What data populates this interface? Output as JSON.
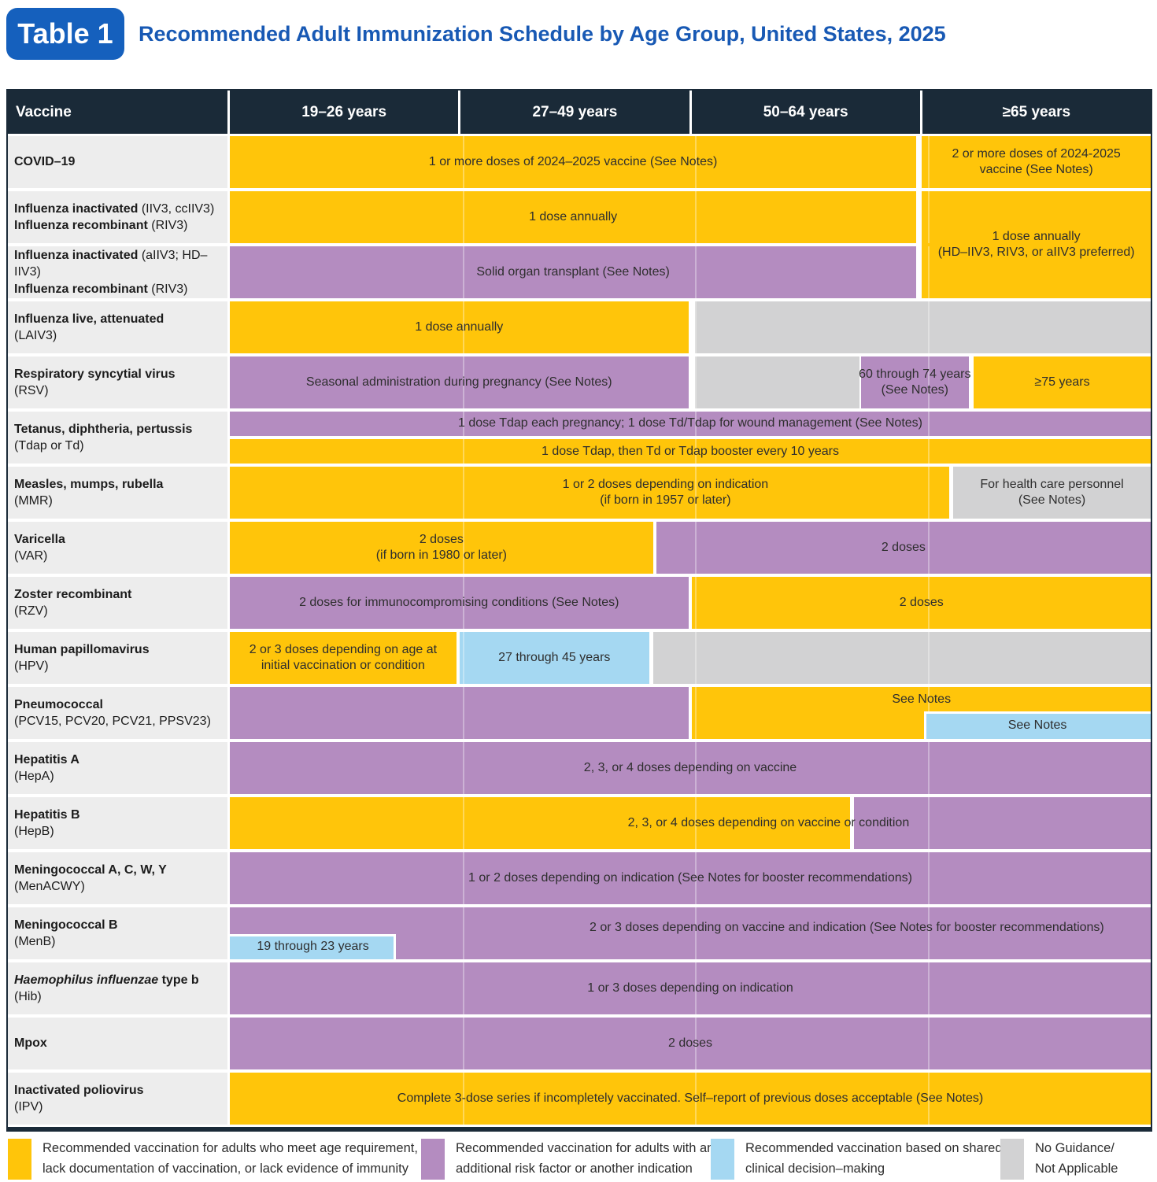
{
  "title": {
    "badge": "Table 1",
    "text": "Recommended Adult Immunization Schedule by Age Group, United States, 2025"
  },
  "colors": {
    "yellow": "#FFC50A",
    "purple": "#B48CC0",
    "blue": "#A5D8F2",
    "gray": "#D2D2D3",
    "header_bg": "#1A2A38",
    "label_bg": "#EDEDED",
    "title_blue": "#1859B4",
    "badge_bg": "#1560BD"
  },
  "header": {
    "vaccine_col": "Vaccine",
    "age_groups": [
      "19–26 years",
      "27–49 years",
      "50–64 years",
      "≥65 years"
    ]
  },
  "rows": [
    {
      "id": "covid-19",
      "label": [
        [
          [
            "COVID–19",
            1,
            0
          ]
        ]
      ],
      "bars": [
        {
          "c": "yellow",
          "x0": 0,
          "x1": 0.7455,
          "lines": [
            "1 or more doses of 2024–2025 vaccine (See Notes)"
          ]
        },
        {
          "c": "yellow",
          "x0": 0.7515,
          "x1": 1,
          "lines": [
            "2 or more doses of 2024-2025",
            "vaccine (See Notes)"
          ]
        }
      ]
    },
    {
      "id": "influenza-inactivated-iiv3",
      "label": [
        [
          [
            "Influenza inactivated ",
            1,
            0
          ],
          [
            "(IIV3, ccIIV3)",
            0,
            0
          ]
        ],
        [
          [
            "Influenza recombinant ",
            1,
            0
          ],
          [
            "(RIV3)",
            0,
            0
          ]
        ]
      ],
      "bars": [
        {
          "c": "yellow",
          "x0": 0,
          "x1": 0.7455,
          "lines": [
            "1 dose annually"
          ]
        },
        {
          "c": "yellow",
          "x0": 0.7515,
          "x1": 1,
          "rows": 2,
          "lines": [
            "1 dose annually",
            "(HD–IIV3, RIV3, or aIIV3 preferred)"
          ]
        }
      ]
    },
    {
      "id": "influenza-inactivated-aiiv3",
      "label": [
        [
          [
            "Influenza inactivated ",
            1,
            0
          ],
          [
            "(aIIV3; HD–IIV3)",
            0,
            0
          ]
        ],
        [
          [
            "Influenza recombinant ",
            1,
            0
          ],
          [
            "(RIV3)",
            0,
            0
          ]
        ]
      ],
      "bars": [
        {
          "c": "purple",
          "x0": 0,
          "x1": 0.7455,
          "lines": [
            "Solid organ transplant (See Notes)"
          ]
        }
      ]
    },
    {
      "id": "influenza-live-attenuated",
      "label": [
        [
          [
            "Influenza live, attenuated",
            1,
            0
          ]
        ],
        [
          [
            "(LAIV3)",
            0,
            0
          ]
        ]
      ],
      "bars": [
        {
          "c": "yellow",
          "x0": 0,
          "x1": 0.4979,
          "lines": [
            "1 dose annually"
          ]
        },
        {
          "c": "gray",
          "x0": 0.5055,
          "x1": 1
        }
      ]
    },
    {
      "id": "respiratory-syncytial-virus",
      "label": [
        [
          [
            "Respiratory syncytial virus",
            1,
            0
          ]
        ],
        [
          [
            "(RSV)",
            0,
            0
          ]
        ]
      ],
      "bars": [
        {
          "c": "purple",
          "x0": 0,
          "x1": 0.4979,
          "lines": [
            "Seasonal administration during pregnancy (See Notes)"
          ]
        },
        {
          "c": "gray",
          "x0": 0.5055,
          "x1": 0.6834
        },
        {
          "c": "purple",
          "x0": 0.6851,
          "x1": 0.8026,
          "lines": [
            "60 through 74 years",
            "(See Notes)"
          ]
        },
        {
          "c": "yellow",
          "x0": 0.8077,
          "x1": 1,
          "lines": [
            "≥75 years"
          ]
        }
      ]
    },
    {
      "id": "tetanus-diphtheria-pertussis",
      "label": [
        [
          [
            "Tetanus, diphtheria, pertussis",
            1,
            0
          ]
        ],
        [
          [
            "(Tdap or Td)",
            0,
            0
          ]
        ]
      ],
      "bars": [
        {
          "c": "purple",
          "x0": 0,
          "x1": 1,
          "y0": 0,
          "y1": 0.465,
          "lines": [
            "1 dose Tdap each pregnancy; 1 dose Td/Tdap for wound management (See Notes)"
          ]
        },
        {
          "c": "yellow",
          "x0": 0,
          "x1": 1,
          "y0": 0.535,
          "y1": 1,
          "lines": [
            "1 dose Tdap, then Td or Tdap booster every 10 years"
          ]
        }
      ]
    },
    {
      "id": "measles-mumps-rubella",
      "label": [
        [
          [
            "Measles, mumps, rubella",
            1,
            0
          ]
        ],
        [
          [
            "(MMR)",
            0,
            0
          ]
        ]
      ],
      "bars": [
        {
          "c": "yellow",
          "x0": 0,
          "x1": 0.7813,
          "cx": 0.473,
          "lines": [
            "1 or 2 doses depending on indication",
            "(if born in 1957 or later)"
          ]
        },
        {
          "c": "gray",
          "x0": 0.7855,
          "x1": 1,
          "lines": [
            "For health care personnel",
            "(See Notes)"
          ]
        }
      ]
    },
    {
      "id": "varicella",
      "label": [
        [
          [
            "Varicella",
            1,
            0
          ]
        ],
        [
          [
            "(VAR)",
            0,
            0
          ]
        ]
      ],
      "bars": [
        {
          "c": "yellow",
          "x0": 0,
          "x1": 0.4596,
          "lines": [
            "2 doses",
            "(if born in 1980 or later)"
          ]
        },
        {
          "c": "purple",
          "x0": 0.463,
          "x1": 1,
          "lines": [
            "2 doses"
          ]
        }
      ]
    },
    {
      "id": "zoster-recombinant",
      "label": [
        [
          [
            "Zoster recombinant",
            1,
            0
          ]
        ],
        [
          [
            "(RZV)",
            0,
            0
          ]
        ]
      ],
      "bars": [
        {
          "c": "purple",
          "x0": 0,
          "x1": 0.4979,
          "lines": [
            "2 doses for immunocompromising conditions (See Notes)"
          ]
        },
        {
          "c": "yellow",
          "x0": 0.5021,
          "x1": 1,
          "lines": [
            "2 doses"
          ]
        }
      ]
    },
    {
      "id": "human-papillomavirus",
      "label": [
        [
          [
            "Human papillomavirus",
            1,
            0
          ]
        ],
        [
          [
            "(HPV)",
            0,
            0
          ]
        ]
      ],
      "bars": [
        {
          "c": "yellow",
          "x0": 0,
          "x1": 0.246,
          "lines": [
            "2 or 3 doses depending on age at",
            "initial vaccination or condition"
          ]
        },
        {
          "c": "blue",
          "x0": 0.2494,
          "x1": 0.4553,
          "lines": [
            "27 through 45 years"
          ]
        },
        {
          "c": "gray",
          "x0": 0.4596,
          "x1": 1
        }
      ]
    },
    {
      "id": "pneumococcal",
      "label": [
        [
          [
            "Pneumococcal",
            1,
            0
          ]
        ],
        [
          [
            "(PCV15, PCV20, PCV21, PPSV23)",
            0,
            0
          ]
        ]
      ],
      "bars": [
        {
          "c": "purple",
          "x0": 0,
          "x1": 0.4979
        },
        {
          "c": "yellow",
          "x0": 0.5021,
          "x1": 1,
          "cy": 0.24,
          "lines": [
            "See Notes"
          ]
        },
        {
          "c": "blue",
          "x0": 0.754,
          "x1": 1,
          "y0": 0.47,
          "y1": 1,
          "wb": "tl",
          "lines": [
            "See Notes"
          ]
        }
      ]
    },
    {
      "id": "hepatitis-a",
      "label": [
        [
          [
            "Hepatitis A",
            1,
            0
          ]
        ],
        [
          [
            "(HepA)",
            0,
            0
          ]
        ]
      ],
      "bars": [
        {
          "c": "purple",
          "x0": 0,
          "x1": 1,
          "lines": [
            "2, 3, or 4 doses depending on vaccine"
          ]
        }
      ]
    },
    {
      "id": "hepatitis-b",
      "label": [
        [
          [
            "Hepatitis B",
            1,
            0
          ]
        ],
        [
          [
            "(HepB)",
            0,
            0
          ]
        ]
      ],
      "bars": [
        {
          "c": "yellow",
          "x0": 0,
          "x1": 0.6732
        },
        {
          "c": "purple",
          "x0": 0.6774,
          "x1": 1
        },
        {
          "c": "none",
          "x0": 0,
          "x1": 1,
          "cx": 0.585,
          "lines": [
            "2, 3, or 4 doses depending on vaccine or condition"
          ]
        }
      ]
    },
    {
      "id": "meningococcal-acwy",
      "label": [
        [
          [
            "Meningococcal A, C, W, Y",
            1,
            0
          ]
        ],
        [
          [
            "(MenACWY)",
            0,
            0
          ]
        ]
      ],
      "bars": [
        {
          "c": "purple",
          "x0": 0,
          "x1": 1,
          "lines": [
            "1 or 2 doses depending on indication (See Notes for booster recommendations)"
          ]
        }
      ]
    },
    {
      "id": "meningococcal-b",
      "label": [
        [
          [
            "Meningococcal B",
            1,
            0
          ]
        ],
        [
          [
            "(MenB)",
            0,
            0
          ]
        ]
      ],
      "bars": [
        {
          "c": "purple",
          "x0": 0,
          "x1": 1,
          "cx": 0.67,
          "cy": 0.4,
          "lines": [
            "2 or 3 doses depending on vaccine and indication (See Notes for booster recommendations)"
          ]
        },
        {
          "c": "blue",
          "x0": 0,
          "x1": 0.1804,
          "y0": 0.52,
          "y1": 1,
          "wb": "tr",
          "lines": [
            "19 through 23 years"
          ]
        }
      ]
    },
    {
      "id": "haemophilus-influenzae-type-b",
      "label": [
        [
          [
            "Haemophilus influenzae",
            1,
            1
          ],
          [
            " type b",
            1,
            0
          ]
        ],
        [
          [
            "(Hib)",
            0,
            0
          ]
        ]
      ],
      "bars": [
        {
          "c": "purple",
          "x0": 0,
          "x1": 1,
          "lines": [
            "1 or 3 doses depending on indication"
          ]
        }
      ]
    },
    {
      "id": "mpox",
      "label": [
        [
          [
            "Mpox",
            1,
            0
          ]
        ]
      ],
      "bars": [
        {
          "c": "purple",
          "x0": 0,
          "x1": 1,
          "lines": [
            "2 doses"
          ]
        }
      ]
    },
    {
      "id": "inactivated-poliovirus",
      "label": [
        [
          [
            "Inactivated poliovirus",
            1,
            0
          ]
        ],
        [
          [
            "(IPV)",
            0,
            0
          ]
        ]
      ],
      "bars": [
        {
          "c": "yellow",
          "x0": 0,
          "x1": 1,
          "lines": [
            "Complete 3-dose series if incompletely vaccinated. Self–report of previous doses acceptable (See Notes)"
          ]
        }
      ]
    }
  ],
  "legend": [
    {
      "color": "yellow",
      "lines": [
        "Recommended vaccination for adults who meet age requirement,",
        "lack documentation of vaccination, or lack evidence of immunity"
      ]
    },
    {
      "color": "purple",
      "lines": [
        "Recommended vaccination for adults with an",
        "additional risk factor or another indication"
      ]
    },
    {
      "color": "blue",
      "lines": [
        "Recommended vaccination based on shared",
        "clinical decision–making"
      ]
    },
    {
      "color": "gray",
      "lines": [
        "No Guidance/",
        "Not Applicable"
      ]
    }
  ]
}
